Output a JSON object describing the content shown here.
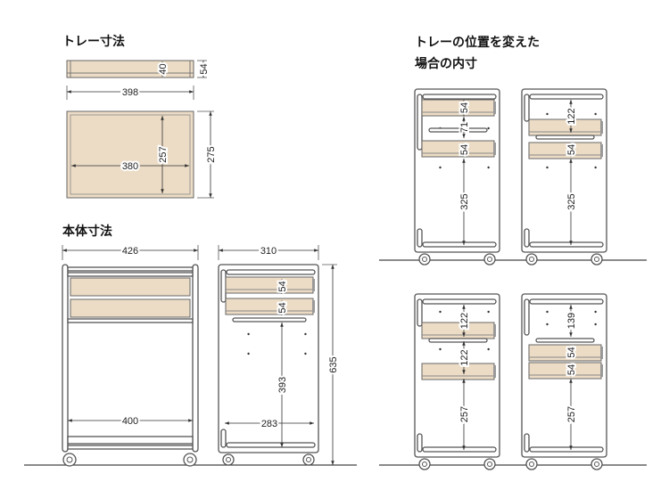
{
  "tray_section": {
    "title": "トレー寸法",
    "inner_height": "40",
    "outer_height": "54",
    "outer_width": "398",
    "inner_width": "380",
    "inner_depth": "257",
    "outer_depth": "275"
  },
  "body_section": {
    "title": "本体寸法",
    "outer_width": "426",
    "inner_width": "400",
    "outer_depth": "310",
    "inner_depth": "283",
    "height": "635",
    "tray_height_1": "54",
    "tray_height_2": "54",
    "lower_height": "393"
  },
  "position_section": {
    "title_line1": "トレーの位置を変えた",
    "title_line2": "場合の内寸",
    "configs": [
      {
        "dims": [
          "54",
          "71",
          "54",
          "325"
        ]
      },
      {
        "dims": [
          "122",
          "54",
          "325"
        ]
      },
      {
        "dims": [
          "122",
          "122",
          "257"
        ]
      },
      {
        "dims": [
          "139",
          "54",
          "54",
          "257"
        ]
      }
    ]
  },
  "colors": {
    "tray": "#ecdcc5",
    "line": "#555555"
  }
}
